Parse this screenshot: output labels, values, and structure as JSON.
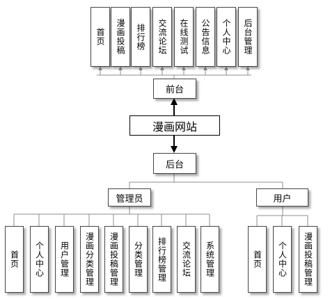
{
  "root": "漫画网站",
  "front": {
    "label": "前台",
    "items": [
      "首页",
      "漫画投稿",
      "排行榜",
      "交流论坛",
      "在线测试",
      "公告信息",
      "个人中心",
      "后台管理"
    ]
  },
  "back": {
    "label": "后台",
    "admin": {
      "label": "管理员",
      "items": [
        "首页",
        "个人中心",
        "用户管理",
        "漫画分类管理",
        "漫画投稿管理",
        "分类管理",
        "排行榜管理",
        "交流论坛",
        "系统管理"
      ]
    },
    "user": {
      "label": "用户",
      "items": [
        "首页",
        "个人中心",
        "漫画投稿管理"
      ]
    }
  },
  "colors": {
    "line": "#8c8c8c",
    "border": "#000000"
  }
}
